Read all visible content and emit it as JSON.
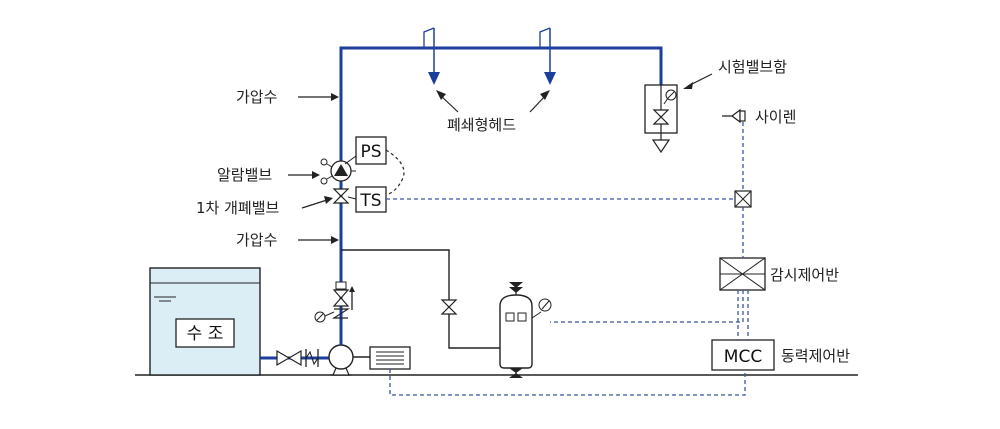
{
  "labels": {
    "pressurized_water_top": "가압수",
    "alarm_valve": "알람밸브",
    "primary_valve": "1차 개폐밸브",
    "pressurized_water_bottom": "가압수",
    "closed_head": "폐쇄형헤드",
    "test_valve_box": "시험밸브함",
    "siren": "사이렌",
    "monitor_panel": "감시제어반",
    "power_panel": "동력제어반",
    "tank": "수 조",
    "ps": "PS",
    "ts": "TS",
    "mcc": "MCC"
  },
  "colors": {
    "pressurized_pipe": "#1c3f9e",
    "signal_line": "#3a55a8",
    "tank_fill": "#dceef5",
    "line": "#222222"
  }
}
